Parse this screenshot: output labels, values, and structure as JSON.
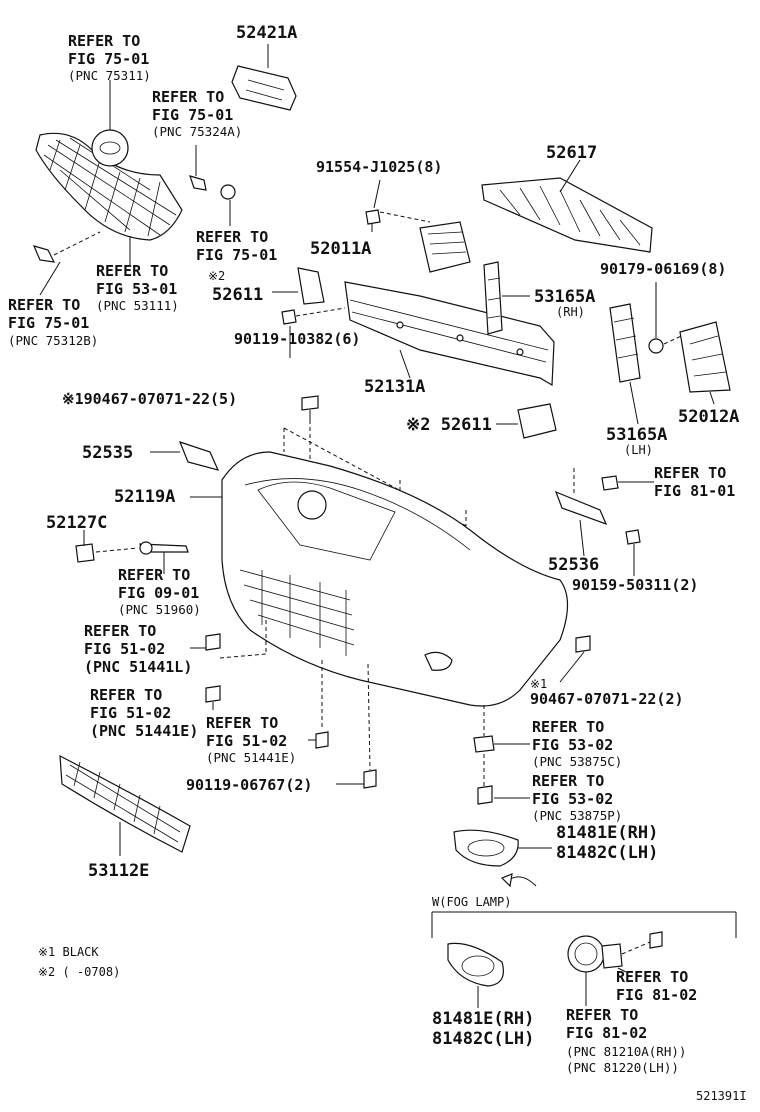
{
  "labels": {
    "p52421a": "52421A",
    "ref_grille1": [
      "REFER TO",
      "FIG 75-01",
      "(PNC 75311)"
    ],
    "ref_grille2": [
      "REFER TO",
      "FIG 75-01",
      "(PNC 75324A)"
    ],
    "ref_grille3": [
      "REFER TO",
      "FIG 75-01"
    ],
    "ref_grille4": [
      "REFER TO",
      "FIG 53-01",
      "(PNC 53111)"
    ],
    "ref_grille5": [
      "REFER TO",
      "FIG 75-01",
      "(PNC 75312B)"
    ],
    "p91554": "91554-J1025(8)",
    "p52617": "52617",
    "p52011a": "52011A",
    "mark2a": "※2",
    "p52611a": "52611",
    "p90179": "90179-06169(8)",
    "p53165a_rh": "53165A",
    "rh1": "(RH)",
    "p90119a": "90119-10382(6)",
    "p52131a": "52131A",
    "p52012a": "52012A",
    "p90467a": "※190467-07071-22(5)",
    "p52611b": "※2 52611",
    "p53165a_lh": "53165A",
    "lh1": "(LH)",
    "p52535": "52535",
    "ref_811": [
      "REFER TO",
      "FIG 81-01"
    ],
    "p52119a": "52119A",
    "p52127c": "52127C",
    "p52536": "52536",
    "ref_0901": [
      "REFER TO",
      "FIG 09-01",
      "(PNC 51960)"
    ],
    "p90159": "90159-50311(2)",
    "ref_5102a": [
      "REFER TO",
      "FIG 51-02",
      "(PNC 51441L)"
    ],
    "mark1": "※1",
    "p90467b": "90467-07071-22(2)",
    "ref_5102b": [
      "REFER TO",
      "FIG 51-02",
      "(PNC 51441E)"
    ],
    "ref_5102c": [
      "REFER TO",
      "FIG 51-02",
      "(PNC 51441E)"
    ],
    "ref_5302a": [
      "REFER TO",
      "FIG 53-02",
      "(PNC 53875C)"
    ],
    "p90119b": "90119-06767(2)",
    "ref_5302b": [
      "REFER TO",
      "FIG 53-02",
      "(PNC 53875P)"
    ],
    "p81481e_a": "81481E(RH)",
    "p81482c_a": "81482C(LH)",
    "p53112e": "53112E",
    "fog_lamp": "W(FOG LAMP)",
    "note1": "※1 BLACK",
    "note2": "※2 (      -0708)",
    "ref_8102a": [
      "REFER TO",
      "FIG 81-02"
    ],
    "ref_8102b": [
      "REFER TO",
      "FIG 81-02",
      "(PNC 81210A(RH))",
      "(PNC 81220(LH))"
    ],
    "p81481e_b": "81481E(RH)",
    "p81482c_b": "81482C(LH)",
    "fig_id": "521391I"
  }
}
